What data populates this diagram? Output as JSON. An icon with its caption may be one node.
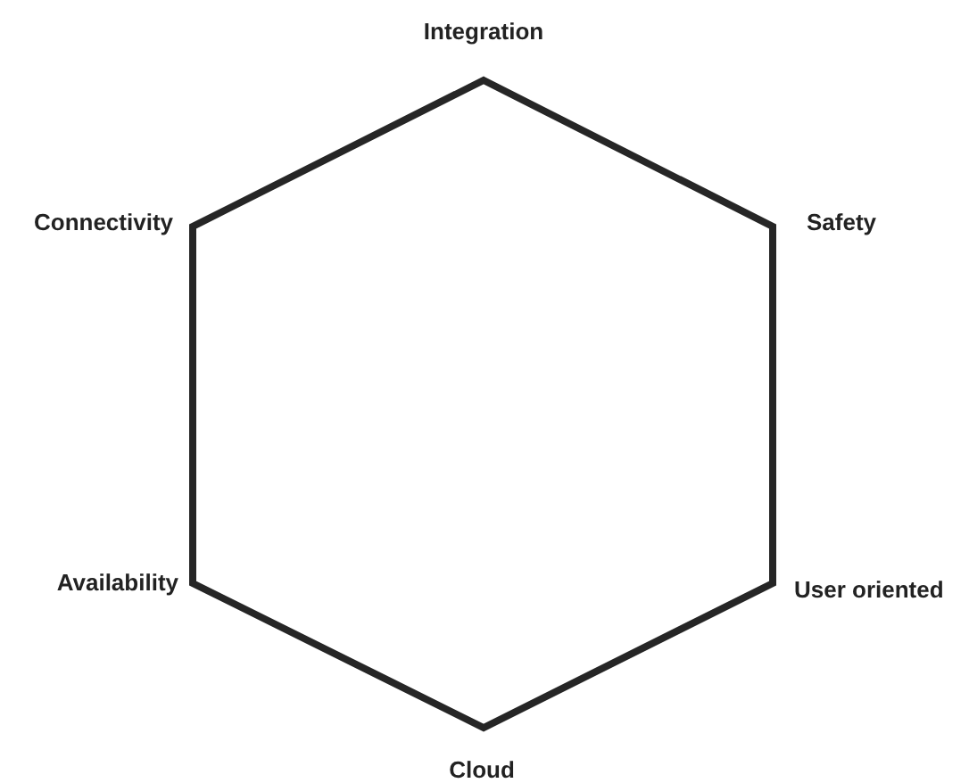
{
  "diagram": {
    "labels": [
      "Integration",
      "Connectivity",
      "Safety",
      "Availability",
      "User oriented",
      "Cloud"
    ]
  }
}
